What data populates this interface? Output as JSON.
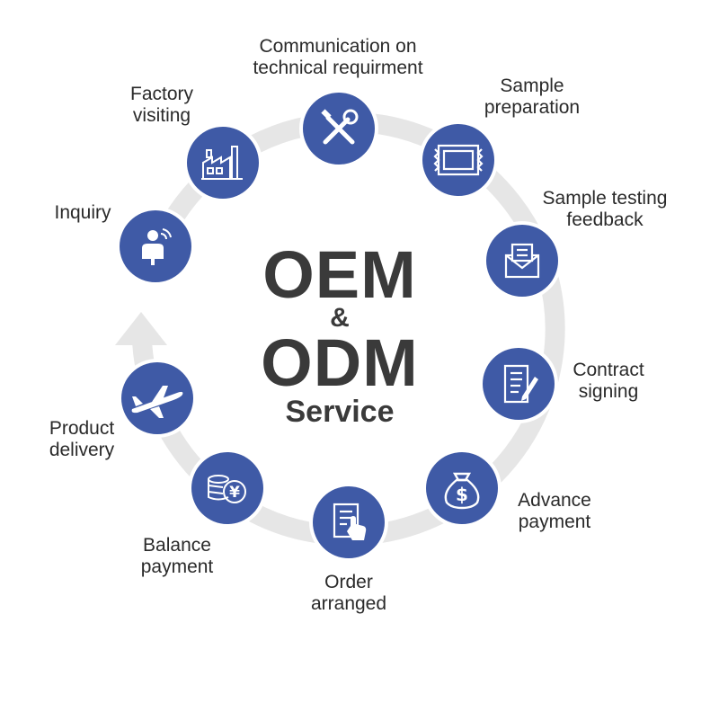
{
  "center": {
    "line1": "OEM",
    "line2": "&",
    "line3": "ODM",
    "line4": "Service"
  },
  "colors": {
    "circle_fill": "#3f5aa6",
    "ring": "#e6e6e6",
    "text": "#2a2a2a",
    "icon_stroke": "#ffffff"
  },
  "steps": [
    {
      "id": "inquiry",
      "icon": "person-signal-icon",
      "lines": [
        "Inquiry"
      ]
    },
    {
      "id": "factory",
      "icon": "factory-icon",
      "lines": [
        "Factory",
        "visiting"
      ]
    },
    {
      "id": "communication",
      "icon": "tools-icon",
      "lines": [
        "Communication on",
        "technical requirment"
      ]
    },
    {
      "id": "sample-prep",
      "icon": "package-icon",
      "lines": [
        "Sample",
        "preparation"
      ]
    },
    {
      "id": "sample-test",
      "icon": "envelope-icon",
      "lines": [
        "Sample testing",
        "feedback"
      ]
    },
    {
      "id": "contract",
      "icon": "document-pen-icon",
      "lines": [
        "Contract",
        "signing"
      ]
    },
    {
      "id": "advance",
      "icon": "money-bag-icon",
      "lines": [
        "Advance",
        "payment"
      ]
    },
    {
      "id": "order",
      "icon": "order-form-icon",
      "lines": [
        "Order",
        "arranged"
      ]
    },
    {
      "id": "balance",
      "icon": "coins-yen-icon",
      "lines": [
        "Balance",
        "payment"
      ]
    },
    {
      "id": "delivery",
      "icon": "airplane-icon",
      "lines": [
        "Product",
        "delivery"
      ]
    }
  ]
}
